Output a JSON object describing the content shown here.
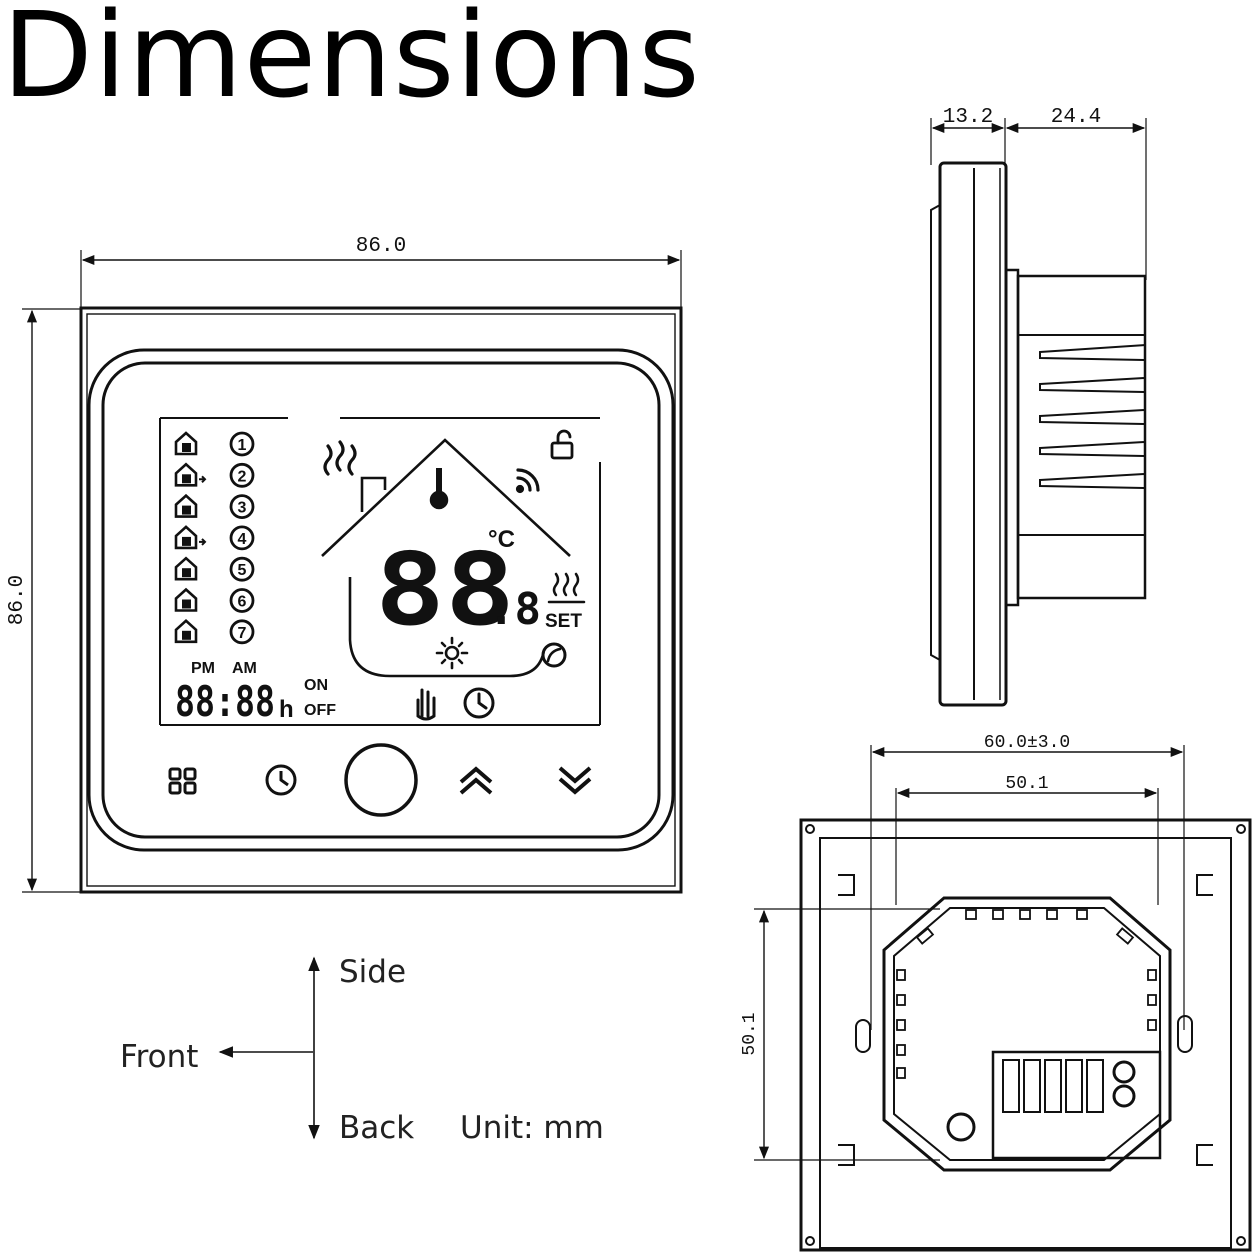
{
  "title": "Dimensions",
  "dimensions": {
    "front_width": "86.0",
    "front_height": "86.0",
    "side_front_depth": "13.2",
    "side_back_depth": "24.4",
    "back_outer_width": "60.0±3.0",
    "back_inner_width": "50.1",
    "back_height": "50.1"
  },
  "legend": {
    "side": "Side",
    "front": "Front",
    "back": "Back",
    "unit": "Unit: mm"
  },
  "display": {
    "program_numbers": [
      "1",
      "2",
      "3",
      "4",
      "5",
      "6",
      "7"
    ],
    "temperature_digits": "88",
    "decimal_digit": ".8",
    "temp_unit": "°C",
    "set_label": "SET",
    "pm_label": "PM",
    "am_label": "AM",
    "clock_digits": "88:88",
    "hour_suffix": "h",
    "on_label": "ON",
    "off_label": "OFF"
  },
  "icons": {
    "program_house_icons": [
      "house-1-icon",
      "house-2-icon",
      "house-3-icon",
      "house-4-icon",
      "house-5-icon",
      "house-6-icon",
      "house-7-icon"
    ],
    "status_icons": [
      "heat-waves-icon",
      "thermometer-icon",
      "wifi-icon",
      "lock-icon",
      "heating-coil-icon",
      "sun-icon",
      "eco-icon",
      "hand-icon",
      "clock-icon"
    ],
    "buttons": [
      "menu-grid-icon",
      "clock-icon",
      "power-icon",
      "chevron-up-icon",
      "chevron-down-icon"
    ]
  }
}
